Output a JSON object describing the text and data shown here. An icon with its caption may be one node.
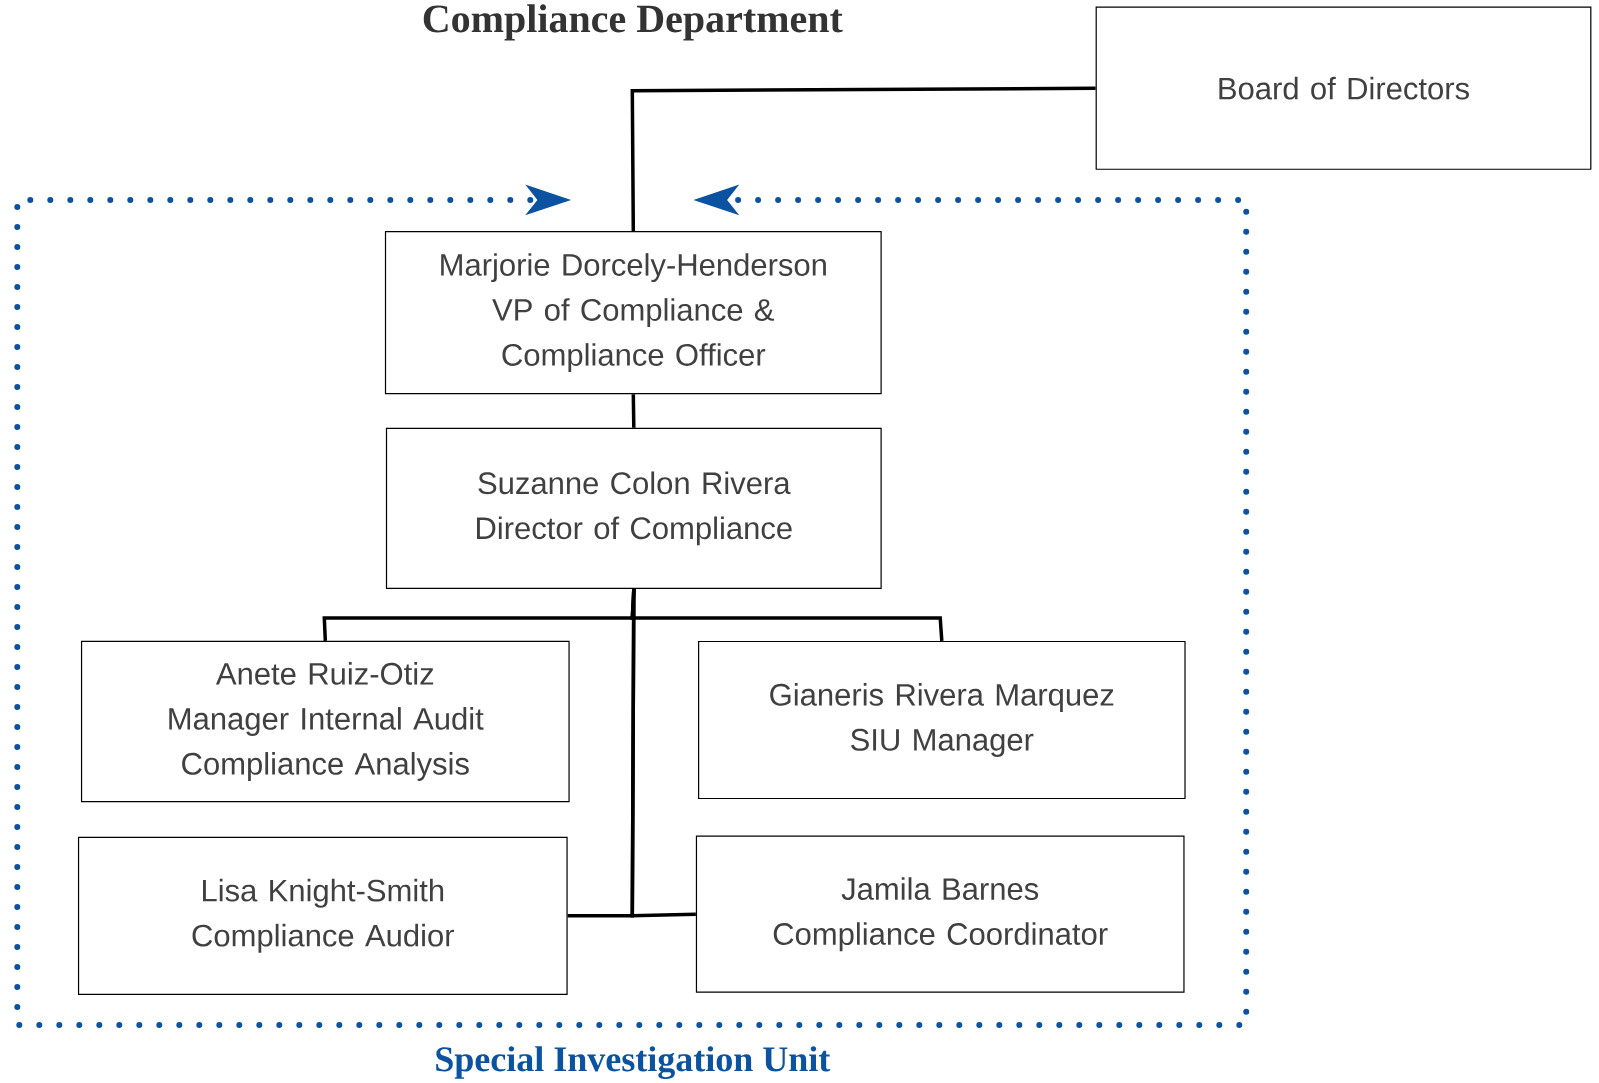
{
  "diagram": {
    "title": "Compliance Department",
    "nodes": [
      {
        "text": [
          "Board of Directors"
        ]
      },
      {
        "text": [
          "Special Investigation Unit"
        ]
      },
      {
        "text": [
          "Marjorie Dorcely-Henderson",
          "VP of Compliance & Compliance Officer"
        ],
        "in": 1
      },
      {
        "text": [
          "Suzanne Colon Rivera",
          "Director of Compliance"
        ],
        "in": 1
      },
      {
        "text": [
          "Anete Ruiz-Otiz",
          "Manager Internal Audit Compliance Analysis"
        ],
        "in": 1
      },
      {
        "text": [
          "Gianeris Rivera Marquez",
          "SIU Manager"
        ],
        "in": 1
      },
      {
        "text": [
          "Lisa Knight-Smith",
          "Compliance Audior"
        ],
        "in": 1
      },
      {
        "text": [
          "Jamila Barnes",
          "Compliance Coordinator"
        ],
        "in": 1
      }
    ],
    "edges": [
      {
        "from": 0,
        "to": 2,
        "arrow": "none"
      },
      {
        "from": 2,
        "to": 3,
        "arrow": "none"
      },
      {
        "from": 3,
        "to": 4,
        "arrow": "none"
      },
      {
        "from": 3,
        "to": 5,
        "arrow": "none"
      },
      {
        "from": 3,
        "to": 6,
        "arrow": "none"
      },
      {
        "from": 3,
        "to": 7,
        "arrow": "none"
      }
    ]
  }
}
